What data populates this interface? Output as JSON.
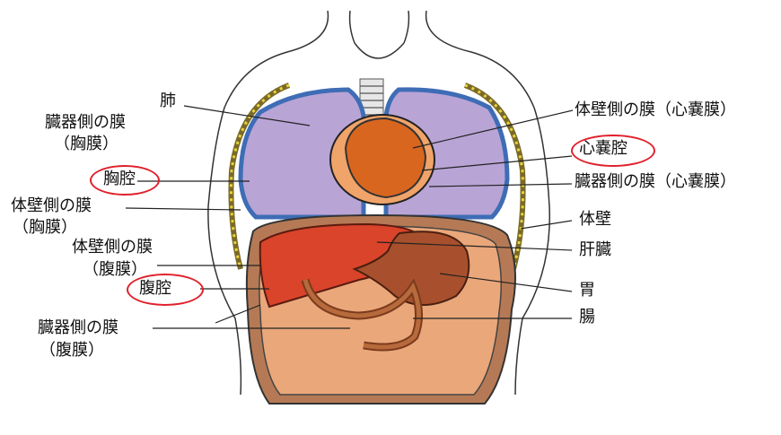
{
  "labels": {
    "lung": "肺",
    "visceral_pleura_1": "臓器側の膜",
    "visceral_pleura_2": "（胸膜）",
    "thoracic_cavity": "胸腔",
    "parietal_pleura_1": "体壁側の膜",
    "parietal_pleura_2": "（胸膜）",
    "parietal_peritoneum_1": "体壁側の膜",
    "parietal_peritoneum_2": "（腹膜）",
    "abdominal_cavity": "腹腔",
    "visceral_peritoneum_1": "臓器側の膜",
    "visceral_peritoneum_2": "（腹膜）",
    "parietal_pericardium": "体壁側の膜（心嚢膜）",
    "pericardial_cavity": "心嚢腔",
    "visceral_pericardium": "臓器側の膜（心嚢膜）",
    "body_wall": "体壁",
    "liver": "肝臓",
    "stomach": "胃",
    "intestine": "腸"
  },
  "colors": {
    "highlight_ring": "#e0202a",
    "lung_fill": "#b9a4d6",
    "lung_border": "#3e6db5",
    "heart": "#d9661f",
    "liver": "#d9442a",
    "stomach": "#a8502d",
    "abdomen": "#eaa77a",
    "membrane_dots": "#e7d33a"
  }
}
